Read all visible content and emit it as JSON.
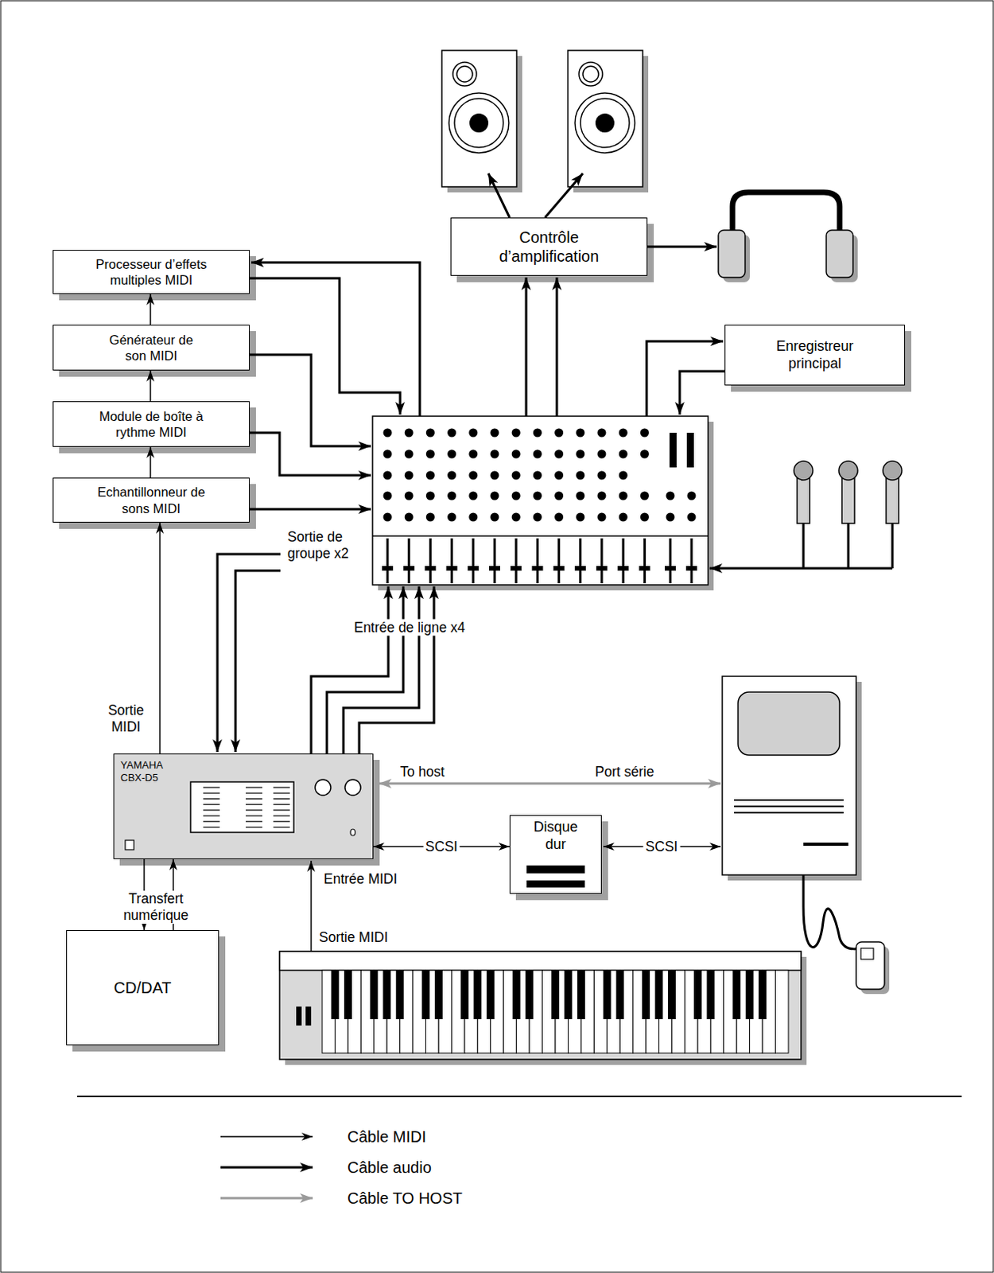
{
  "diagram": {
    "nodes": [
      {
        "text": [
          "Processeur d’effets multiples MIDI"
        ]
      },
      {
        "text": [
          "Générateur de son MIDI"
        ]
      },
      {
        "text": [
          "Module de boîte à rythme MIDI"
        ]
      },
      {
        "text": [
          "Echantillonneur de sons MIDI"
        ]
      },
      {
        "text": [
          "Contrôle d’amplification"
        ]
      },
      {
        "text": [
          "Enregistreur principal"
        ]
      },
      {
        "text": [
          "YAMAHA CBX-D5"
        ]
      },
      {
        "text": [
          "Disque dur"
        ]
      },
      {
        "text": [
          "CD/DAT"
        ]
      }
    ],
    "edges": [
      {
        "from": 3,
        "to": 2,
        "arrow": "to"
      },
      {
        "from": 2,
        "to": 1,
        "arrow": "to"
      },
      {
        "from": 1,
        "to": 0,
        "arrow": "to"
      },
      {
        "from": 6,
        "to": 3,
        "arrow": "to"
      },
      {
        "from": 6,
        "to": 7,
        "label": "SCSI",
        "arrow": "both"
      },
      {
        "from": 6,
        "to": 8,
        "arrow": "to"
      },
      {
        "from": 8,
        "to": 6,
        "arrow": "to"
      }
    ],
    "labels": [
      "Sortie de groupe x2",
      "Entrée de ligne x4",
      "Sortie MIDI",
      "To host",
      "Port série",
      "SCSI",
      "Entrée MIDI",
      "Sortie MIDI",
      "Transfert numérique"
    ],
    "legend": [
      {
        "text": "Câble MIDI"
      },
      {
        "text": "Câble audio"
      },
      {
        "text": "Câble TO HOST"
      }
    ]
  }
}
